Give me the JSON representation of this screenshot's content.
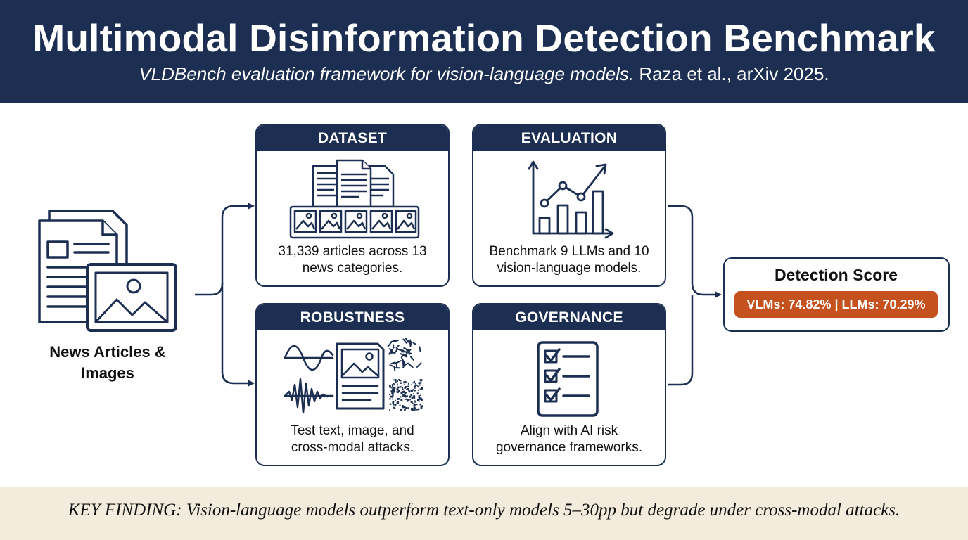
{
  "header": {
    "title": "Multimodal Disinformation Detection Benchmark",
    "subtitle_italic": "VLDBench evaluation framework for vision-language models.",
    "subtitle_citation": " Raza et al., arXiv 2025."
  },
  "source": {
    "label_line1": "News Articles &",
    "label_line2": "Images",
    "icon": "news-article-image-icon"
  },
  "cards": {
    "dataset": {
      "title": "DATASET",
      "desc_line1": "31,339 articles across 13",
      "desc_line2": "news categories.",
      "icon": "documents-gallery-icon"
    },
    "evaluation": {
      "title": "EVALUATION",
      "desc_line1": "Benchmark 9 LLMs and 10",
      "desc_line2": "vision-language models.",
      "icon": "bar-line-chart-icon"
    },
    "robustness": {
      "title": "ROBUSTNESS",
      "desc_line1": "Test text, image, and",
      "desc_line2": "cross-modal attacks.",
      "icon": "signal-noise-icon"
    },
    "governance": {
      "title": "GOVERNANCE",
      "desc_line1": "Align with AI risk",
      "desc_line2": "governance frameworks.",
      "icon": "checklist-icon"
    }
  },
  "score": {
    "title": "Detection Score",
    "badge": "VLMs: 74.82% | LLMs: 70.29%"
  },
  "footer": {
    "finding": "KEY FINDING: Vision-language models outperform text-only models 5–30pp but degrade under cross-modal attacks."
  },
  "colors": {
    "navy": "#1c2f52",
    "accent": "#c4511e",
    "footer_bg": "#f3ebdb"
  }
}
